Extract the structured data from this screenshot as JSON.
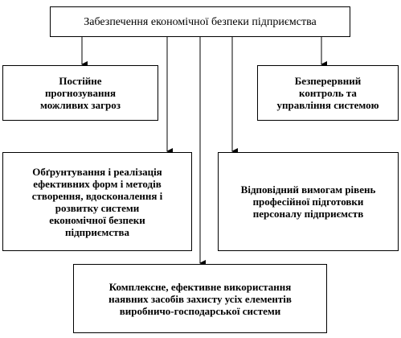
{
  "diagram": {
    "title": "Забезпечення економічної безпеки підприємства",
    "nodes": [
      {
        "id": "forecast",
        "label": "Постійне\nпрогнозування\nможливих загроз"
      },
      {
        "id": "control",
        "label": "Безперервний\nконтроль та\nуправління системою"
      },
      {
        "id": "forms",
        "label": "Обґрунтування і реалізація\nефективних форм і методів\nстворення, вдосконалення і\nрозвитку системи\nекономічної безпеки\nпідприємства"
      },
      {
        "id": "personnel",
        "label": "Відповідний вимогам рівень\nпрофесійної підготовки\nперсоналу підприємств"
      },
      {
        "id": "complex",
        "label": "Комплексне, ефективне використання\nнаявних засобів захисту усіх елементів\nвиробничо-господарської системи"
      }
    ],
    "colors": {
      "line": "#000000",
      "background": "#ffffff"
    }
  }
}
